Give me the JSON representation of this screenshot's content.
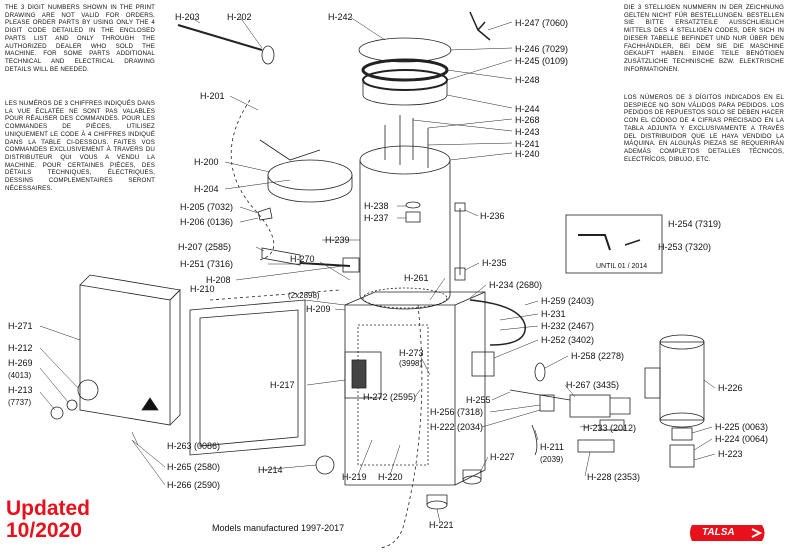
{
  "notes": {
    "en": "THE 3 DIGIT NUMBERS SHOWN IN THE PRINT DRAWING ARE NOT VALID FOR ORDERS. PLEASE ORDER PARTS BY USING ONLY THE 4 DIGIT CODE DETAILED IN THE ENCLOSED PARTS LIST AND ONLY THROUGH THE AUTHORIZED DEALER WHO SOLD THE MACHINE. FOR SOME PARTS ADDITIONAL TECHNICAL AND ELECTRICAL DRAWING DETAILS WILL BE NEEDED.",
    "fr": "LES NUMÉROS DE 3 CHIFFRES INDIQUÉS DANS LA VUE ÉCLATÉE NE SONT PAS VALABLES POUR RÉALISER DES COMMANDES. POUR LES COMMANDES DE PIÈCES, UTILISEZ UNIQUEMENT LE CODE À 4 CHIFFRES INDIQUÉ DANS LA TABLE CI-DESSOUS. FAITES VOS COMMANDES EXCLUSIVEMENT À TRAVERS DU DISTRIBUTEUR QUI VOUS A VENDU LA MACHINE. POUR CERTAINES PIÈCES, DES DÉTAILS TECHNIQUES, ÉLECTRIQUES, DESSINS COMPLEMENTAIRES SERONT NÉCESSAIRES.",
    "de": "DIE 3 STELLIGEN NUMMERN IN DER ZEICHNUNG GELTEN NICHT FÜR BESTELLUNGEN. BESTELLEN SIE BITTE ERSATZTEILE AUSSCHLIEßLICH MITTELS DES 4 STELLIGEN CODES, DER SICH IN DIESER TABELLE BEFINDET UND NUR ÜBER DEN FACHHÄNDLER, BEI DEM SIE DIE MASCHINE GEKAUFT HABEN. EINIGE TEILE BENÖTIGEN ZUSÄTZLICHE TECHNISCHE BZW. ELEKTRISCHE INFORMATIONEN.",
    "es": "LOS NÚMEROS DE 3 DÍGITOS INDICADOS EN EL DESPIECE NO SON VÁLIDOS PARA PEDIDOS. LOS PEDIDOS DE REPUESTOS SOLO SE DEBEN HACER CON EL CÓDIGO DE 4 CIFRAS PRECISADO EN LA TABLA ADJUNTA Y EXCLUSIVAMENTE A TRAVÉS DEL DISTRIBUIDOR QUE LE HAYA VENDIDO LA MÁQUINA. EN ALGUNAS PIEZAS SE REQUERIRÁN ADEMÁS COMPLETOS DETALLES TÉCNICOS, ELECTRÍCOS, DIBUJO, ETC."
  },
  "labels": {
    "h203": "H-203",
    "h202": "H-202",
    "h242": "H-242",
    "h247": "H-247 (7060)",
    "h246": "H-246 (7029)",
    "h245": "H-245 (0109)",
    "h248": "H-248",
    "h201": "H-201",
    "h244": "H-244",
    "h268": "H-268",
    "h243": "H-243",
    "h241": "H-241",
    "h240": "H-240",
    "h200": "H-200",
    "h204": "H-204",
    "h205": "H-205 (7032)",
    "h206": "H-206 (0136)",
    "h238": "H-238",
    "h237": "H-237",
    "h236": "H-236",
    "h254": "H-254 (7319)",
    "h253": "H-253 (7320)",
    "h207": "H-207 (2585)",
    "h239": "H-239",
    "h251": "H-251 (7316)",
    "h235": "H-235",
    "h208": "H-208",
    "h261": "H-261",
    "h270": "H-270",
    "h270b": "(2x2898)",
    "h210": "H-210",
    "h234": "H-234 (2680)",
    "h209": "H-209",
    "h259": "H-259 (2403)",
    "h231": "H-231",
    "h232": "H-232 (2467)",
    "h271": "H-271",
    "h252": "H-252 (3402)",
    "h273": "H-273",
    "h273b": "(3998)",
    "h258": "H-258 (2278)",
    "h212": "H-212",
    "h269": "H-269",
    "h269b": "(4013)",
    "h217": "H-217",
    "h267": "H-267 (3435)",
    "h226": "H-226",
    "h213": "H-213",
    "h213b": "(7737)",
    "h272": "H-272 (2595)",
    "h255": "H-255",
    "h256": "H-256 (7318)",
    "h222": "H-222 (2034)",
    "h233": "H-233 (2012)",
    "h225": "H-225 (0063)",
    "h224": "H-224 (0064)",
    "h211": "H-211",
    "h211b": "(2039)",
    "h263": "H-263 (0086)",
    "h227": "H-227",
    "h223": "H-223",
    "h214": "H-214",
    "h219": "H-219",
    "h220": "H-220",
    "h228": "H-228 (2353)",
    "h265": "H-265 (2580)",
    "h266": "H-266 (2590)",
    "h221": "H-221"
  },
  "inset_caption": "UNTIL 01 / 2014",
  "updated_line1": "Updated",
  "updated_line2": "10/2020",
  "models_text": "Models manufactured 1997-2017",
  "brand": "TALSA"
}
